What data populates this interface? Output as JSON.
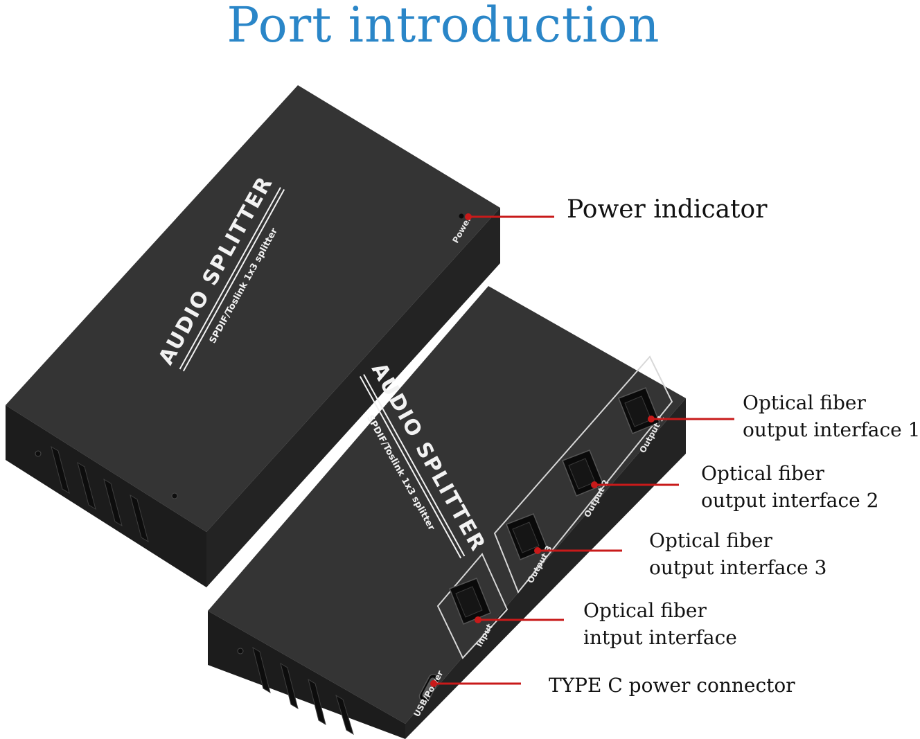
{
  "title": "Port introduction",
  "colors": {
    "title": "#2a86c8",
    "device_top": "#343434",
    "device_side": "#232323",
    "device_front": "#1c1c1c",
    "leader": "#c81a1a",
    "print": "#f2f2f2"
  },
  "devices": {
    "top_unit": {
      "brand": "AUDIO SPLITTER",
      "subtitle": "SPDIF/Toslink 1x3 splitter",
      "power_mark": "Power"
    },
    "bottom_unit": {
      "brand": "AUDIO SPLITTER",
      "subtitle": "SPDIF/Toslink 1x3 splitter",
      "ports": [
        "Output 1",
        "Output 2",
        "Output 3",
        "Input",
        "USB/Power"
      ]
    }
  },
  "callouts": {
    "power_indicator": [
      "Power indicator"
    ],
    "output1": [
      "Optical fiber",
      "output interface 1"
    ],
    "output2": [
      "Optical fiber",
      "output interface 2"
    ],
    "output3": [
      "Optical fiber",
      "output interface 3"
    ],
    "input": [
      "Optical fiber",
      "intput interface"
    ],
    "typec": [
      "TYPE C power connector"
    ]
  }
}
